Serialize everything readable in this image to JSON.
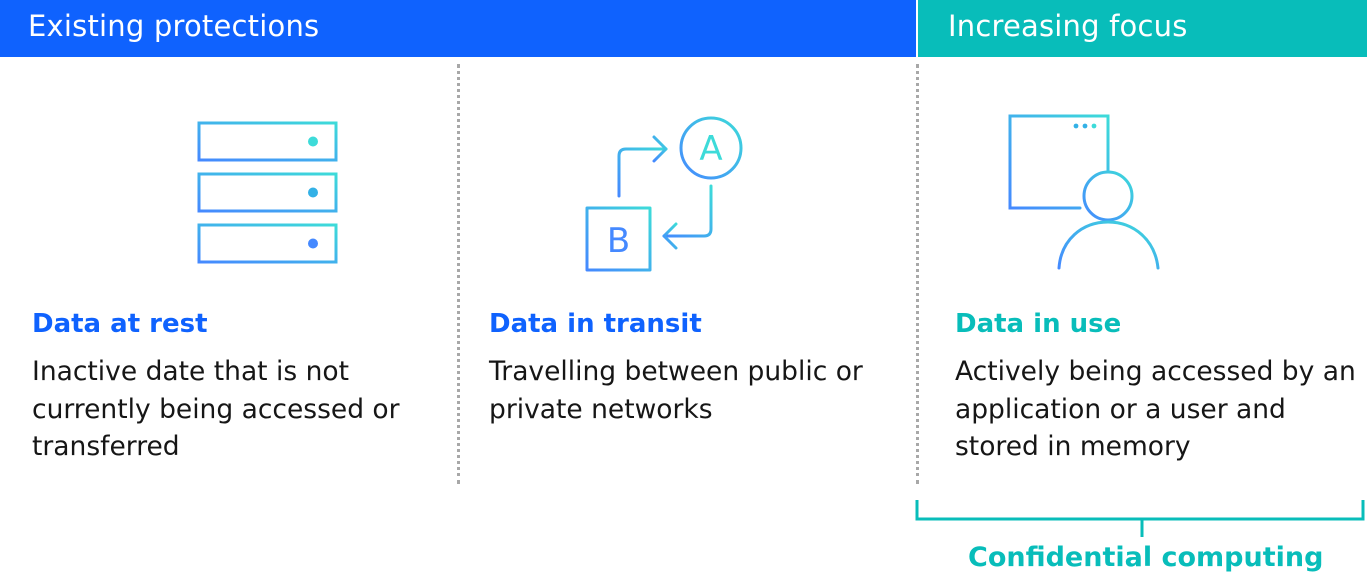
{
  "header": {
    "existing": "Existing protections",
    "increasing": "Increasing focus"
  },
  "columns": [
    {
      "icon": "server-stack-icon",
      "title": "Data at rest",
      "description": "Inactive date that is not currently being accessed or transferred"
    },
    {
      "icon": "data-transfer-icon",
      "title": "Data in transit",
      "description": "Travelling between public or private networks"
    },
    {
      "icon": "user-application-icon",
      "title": "Data in use",
      "description": "Actively being accessed by an application or a user and stored in memory"
    }
  ],
  "bracket_label": "Confidential computing",
  "colors": {
    "blue": "#0f62fe",
    "teal": "#08bdba",
    "divider": "#a8a8a8",
    "text": "#161616"
  }
}
